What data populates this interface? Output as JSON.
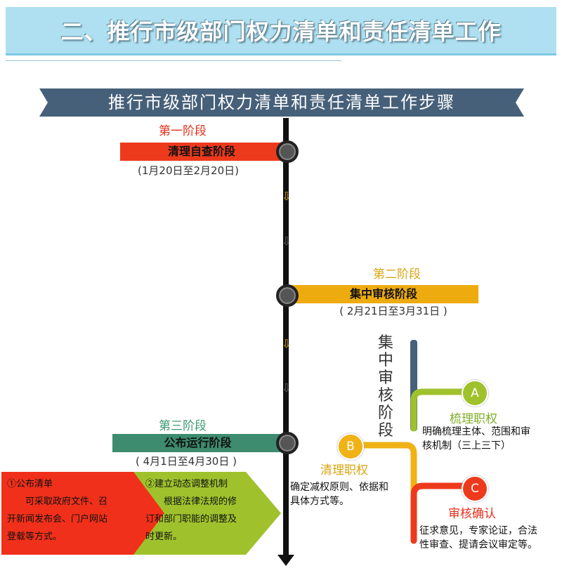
{
  "header": {
    "title": "二、推行市级部门权力清单和责任清单工作"
  },
  "steps": {
    "title": "推行市级部门权力清单和责任清单工作步骤"
  },
  "stages": [
    {
      "label": "第一阶段",
      "name": "清理自查阶段",
      "date": "(1月20日至2月20日)",
      "label_color": "#e8301c",
      "bar_color": "#ee3a1c"
    },
    {
      "label": "第二阶段",
      "name": "集中审核阶段",
      "date": "( 2月21日至3月31日 )",
      "label_color": "#d9a514",
      "bar_color": "#edab10"
    },
    {
      "label": "第三阶段",
      "name": "公布运行阶段",
      "date": "( 4月1日至4月30日 )",
      "label_color": "#3c9a74",
      "bar_color": "#3d8c6f"
    }
  ],
  "review": {
    "vertical_title": [
      "集",
      "中",
      "审",
      "核",
      "阶",
      "段"
    ],
    "items": [
      {
        "letter": "A",
        "title": "梳理职权",
        "desc": [
          "明确梳理主体、范围和审",
          "核机制（三上三下）"
        ],
        "color": "#9fc22c",
        "title_color": "#7fae28"
      },
      {
        "letter": "B",
        "title": "清理职权",
        "desc": [
          "确定减权原则、依据和",
          "具体方式等。"
        ],
        "color": "#f0b215",
        "title_color": "#d9a514"
      },
      {
        "letter": "C",
        "title": "审核确认",
        "desc": [
          "征求意见，专家论证，合法",
          "性审查、提请会议审定等。"
        ],
        "color": "#ee3a1c",
        "title_color": "#e8301c"
      }
    ]
  },
  "bottom": {
    "red": {
      "lines": [
        "①公布清单",
        "　　可采取政府文件、召",
        "开新闻发布会、门户网站",
        "登载等方式。"
      ]
    },
    "green": {
      "lines": [
        "②建立动态调整机制",
        "　　根据法律法规的修",
        "订和部门职能的调整及",
        "时更新。"
      ]
    }
  },
  "colors": {
    "ribbon": "#47607a",
    "axis": "#111111",
    "green_arrow": "#9fc22c"
  }
}
